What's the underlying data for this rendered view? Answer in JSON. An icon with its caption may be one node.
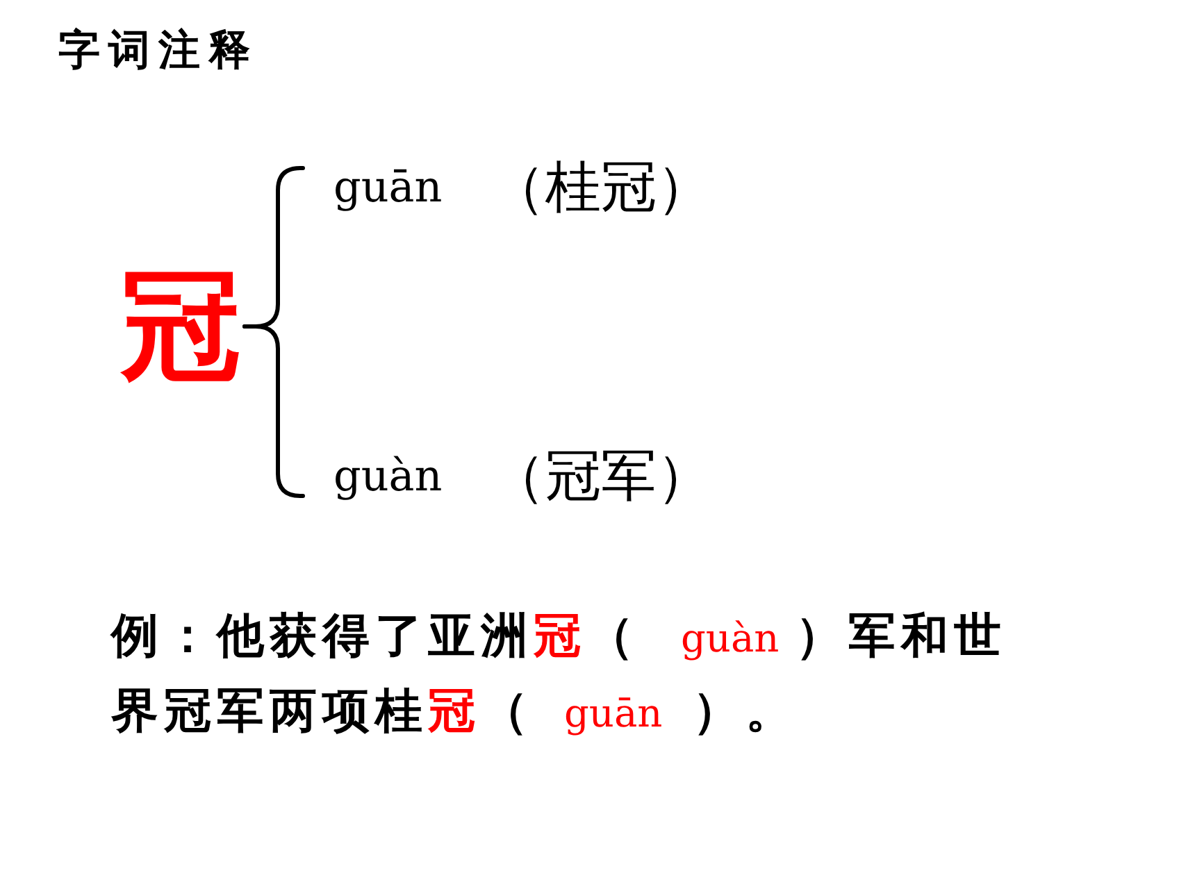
{
  "diagram": {
    "title": "字词注释",
    "nodes": [
      {
        "text": [
          "冠"
        ]
      },
      {
        "text": [
          "guān",
          "（桂冠）"
        ]
      },
      {
        "text": [
          "guàn",
          "（冠军）"
        ]
      }
    ],
    "edges": [
      {
        "from": 0,
        "to": 1,
        "arrow": "none"
      },
      {
        "from": 0,
        "to": 2,
        "arrow": "none"
      }
    ],
    "labels": [
      "例：他获得了亚洲",
      "冠",
      "（",
      "guàn",
      "）军和世",
      "界冠军两项桂",
      "冠",
      "（",
      "guān",
      "）。"
    ]
  }
}
